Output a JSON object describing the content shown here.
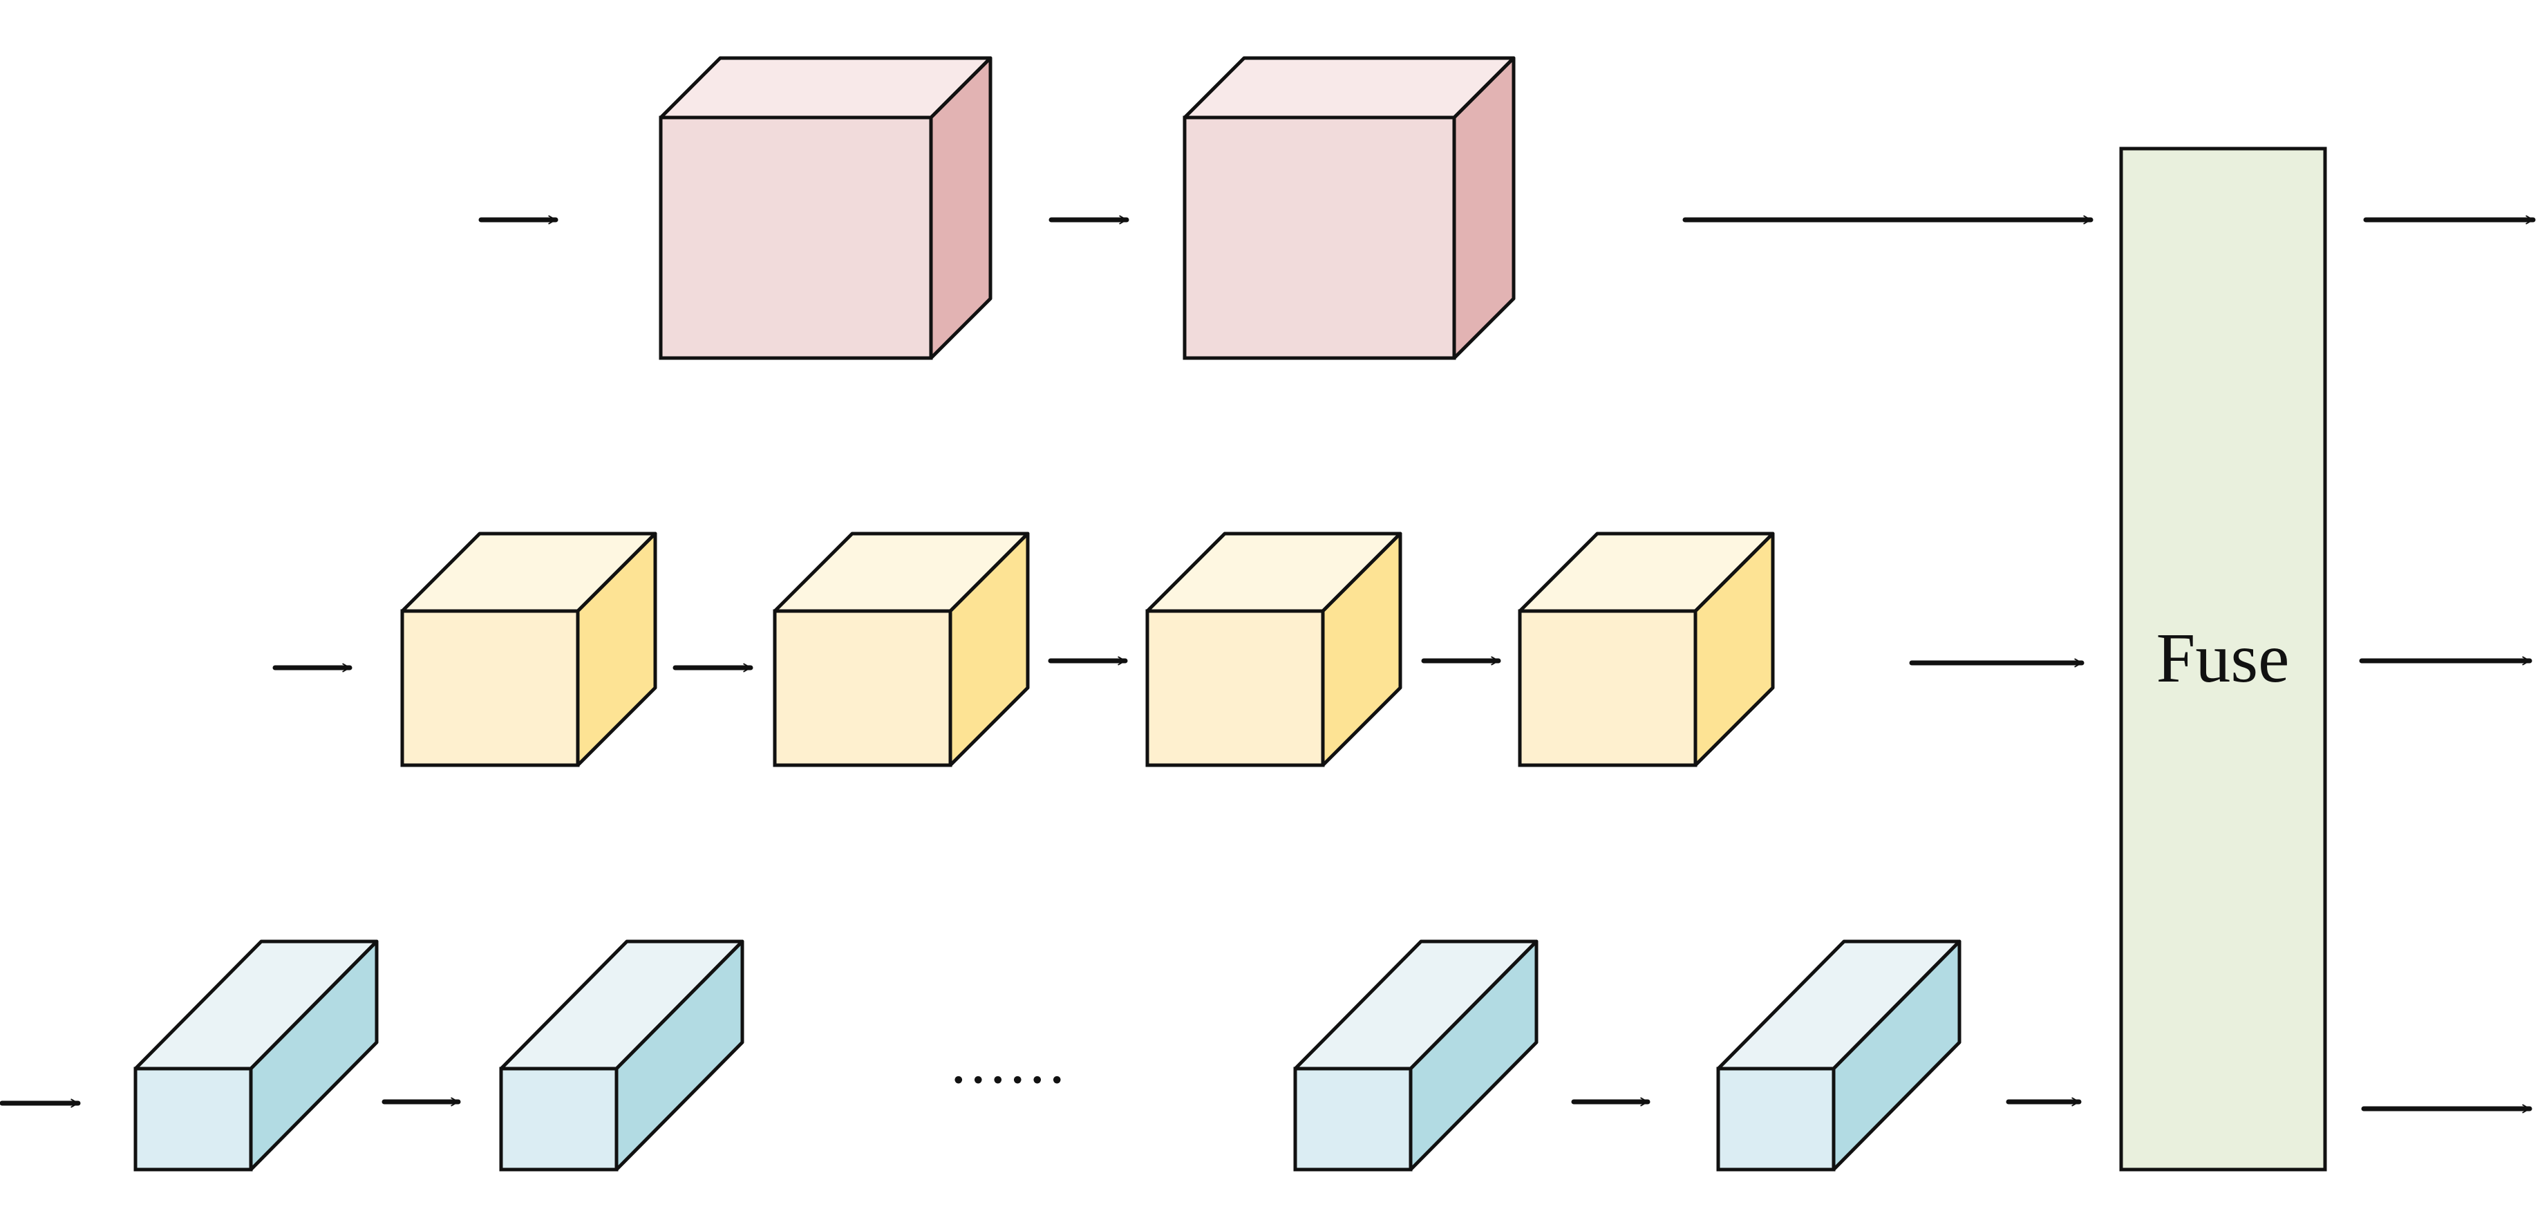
{
  "fuse": {
    "label": "Fuse",
    "fill": "#e9f0dd"
  },
  "ellipsis": {
    "text": "......"
  },
  "rows": [
    {
      "name": "row-top",
      "front": "#f1dbdb",
      "top": "#f8e9e9",
      "side": "#e2b3b3",
      "visible_blocks": 2
    },
    {
      "name": "row-middle",
      "front": "#fef0cf",
      "top": "#fef7e1",
      "side": "#fde394",
      "visible_blocks": 4
    },
    {
      "name": "row-bottom",
      "front": "#dbedf3",
      "top": "#eaf3f6",
      "side": "#b2dbe3",
      "visible_blocks": 4,
      "has_ellipsis": true
    }
  ],
  "colors": {
    "stroke": "#111111",
    "background": "#ffffff"
  }
}
